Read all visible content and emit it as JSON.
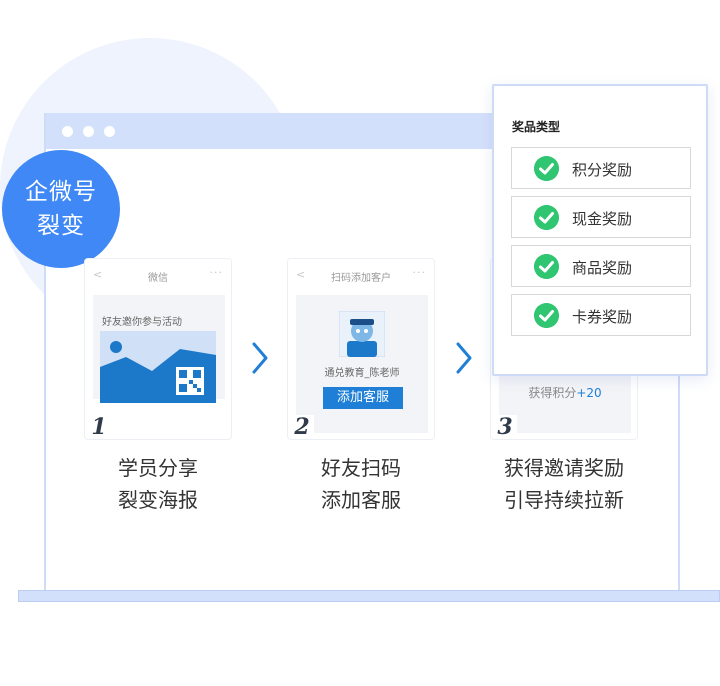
{
  "badge": {
    "line1": "企微号",
    "line2": "裂变"
  },
  "steps": [
    {
      "number": "1",
      "header": "微信",
      "invite_text": "好友邀你参与活动",
      "caption_line1": "学员分享",
      "caption_line2": "裂变海报"
    },
    {
      "number": "2",
      "header": "扫码添加客户",
      "contact_name": "通兑教育_陈老师",
      "button_label": "添加客服",
      "caption_line1": "好友扫码",
      "caption_line2": "添加客服"
    },
    {
      "number": "3",
      "points_label": "获得积分",
      "points_value": "+20",
      "caption_line1": "获得邀请奖励",
      "caption_line2": "引导持续拉新"
    }
  ],
  "reward_panel": {
    "title": "奖品类型",
    "items": [
      {
        "label": "积分奖励"
      },
      {
        "label": "现金奖励"
      },
      {
        "label": "商品奖励"
      },
      {
        "label": "卡券奖励"
      }
    ]
  },
  "icons": {
    "back": "chevron-left-icon",
    "more": "more-dots-icon",
    "step_arrow": "chevron-right-icon",
    "check": "check-circle-icon"
  },
  "colors": {
    "accent_blue": "#3f88f6",
    "button_blue": "#1f7fd6",
    "check_green": "#2fc571",
    "frame_light": "#d3e0fb"
  }
}
